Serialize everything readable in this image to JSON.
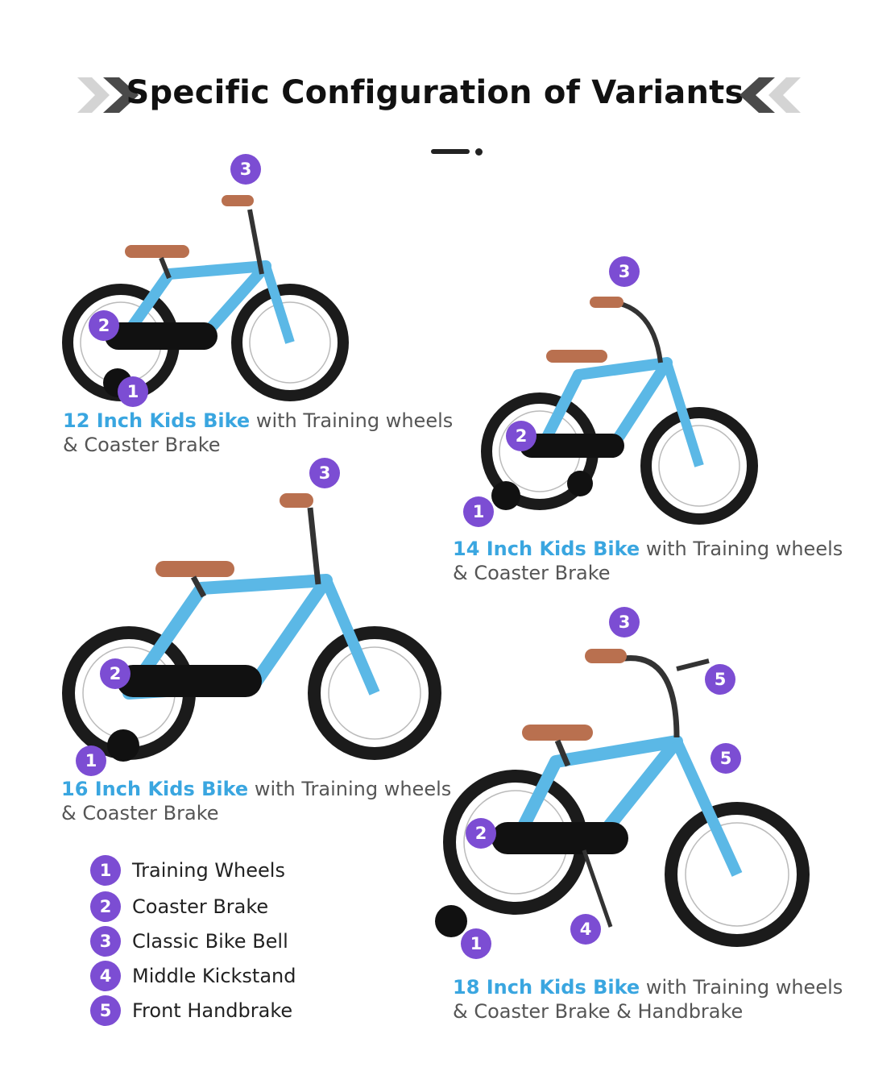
{
  "header": {
    "title": "Specific Configuration of Variants"
  },
  "colors": {
    "accent_blue": "#3aa6e0",
    "badge_purple": "#7c4dd3",
    "bike_blue": "#5bb8e6",
    "saddle_brown": "#b9704f",
    "tire_black": "#1b1b1b"
  },
  "variants": [
    {
      "size": "12 Inch Kids Bike",
      "desc": " with Training wheels",
      "line2": "& Coaster Brake"
    },
    {
      "size": "14 Inch Kids Bike",
      "desc": " with Training wheels",
      "line2": "& Coaster Brake"
    },
    {
      "size": "16 Inch Kids Bike",
      "desc": " with Training wheels",
      "line2": "& Coaster Brake"
    },
    {
      "size": "18 Inch Kids Bike",
      "desc": " with Training wheels",
      "line2": "& Coaster Brake & Handbrake"
    }
  ],
  "badges": {
    "n1": "1",
    "n2": "2",
    "n3": "3",
    "n4": "4",
    "n5": "5"
  },
  "legend": [
    {
      "num": "1",
      "label": "Training Wheels"
    },
    {
      "num": "2",
      "label": "Coaster Brake"
    },
    {
      "num": "3",
      "label": "Classic Bike Bell"
    },
    {
      "num": "4",
      "label": "Middle Kickstand"
    },
    {
      "num": "5",
      "label": "Front Handbrake"
    }
  ]
}
